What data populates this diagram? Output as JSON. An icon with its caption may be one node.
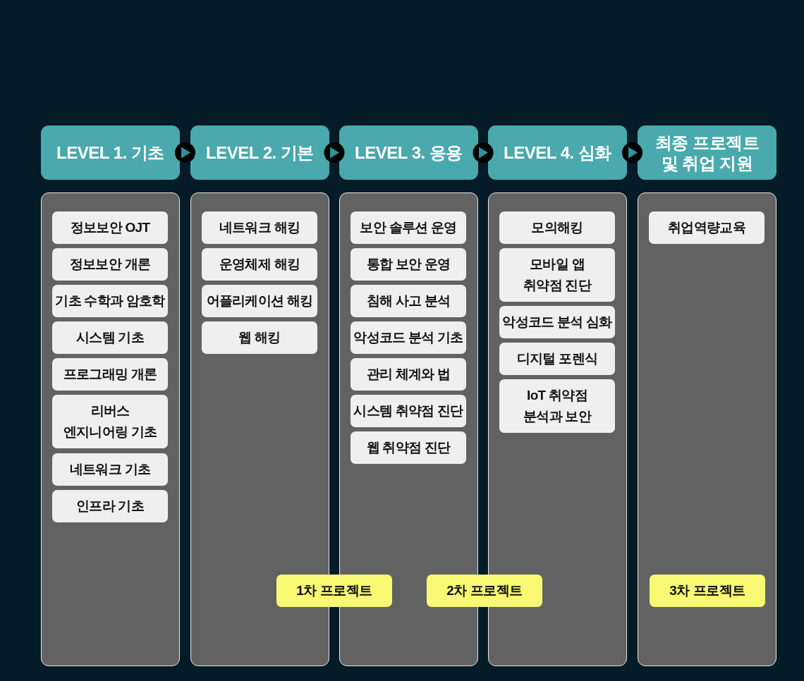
{
  "diagram": {
    "nodes": [
      {
        "text": [
          "LEVEL 1. 기초"
        ]
      },
      {
        "text": [
          "LEVEL 2. 기본"
        ]
      },
      {
        "text": [
          "LEVEL 3. 응용"
        ]
      },
      {
        "text": [
          "LEVEL 4. 심화"
        ]
      },
      {
        "text": [
          "최종 프로젝트 및 취업 지원"
        ]
      },
      {
        "text": [],
        "shape": "box"
      },
      {
        "text": [
          "정보보안 OJT"
        ],
        "in": 5
      },
      {
        "text": [
          "정보보안 개론"
        ],
        "in": 5
      },
      {
        "text": [
          "기초 수학과 암호학"
        ],
        "in": 5
      },
      {
        "text": [
          "시스템 기초"
        ],
        "in": 5
      },
      {
        "text": [
          "프로그래밍 개론"
        ],
        "in": 5
      },
      {
        "text": [
          "리버스 엔지니어링 기초"
        ],
        "in": 5
      },
      {
        "text": [
          "네트워크 기초"
        ],
        "in": 5
      },
      {
        "text": [
          "인프라 기초"
        ],
        "in": 5
      },
      {
        "text": [],
        "shape": "box"
      },
      {
        "text": [
          "네트워크 해킹"
        ],
        "in": 14
      },
      {
        "text": [
          "운영체제 해킹"
        ],
        "in": 14
      },
      {
        "text": [
          "어플리케이션 해킹"
        ],
        "in": 14
      },
      {
        "text": [
          "웹 해킹"
        ],
        "in": 14
      },
      {
        "text": [],
        "shape": "box"
      },
      {
        "text": [
          "보안 솔루션 운영"
        ],
        "in": 19
      },
      {
        "text": [
          "통합 보안 운영"
        ],
        "in": 19
      },
      {
        "text": [
          "침해 사고 분석"
        ],
        "in": 19
      },
      {
        "text": [
          "악성코드 분석 기초"
        ],
        "in": 19
      },
      {
        "text": [
          "관리 체계와 법"
        ],
        "in": 19
      },
      {
        "text": [
          "시스템 취약점 진단"
        ],
        "in": 19
      },
      {
        "text": [
          "웹 취약점 진단"
        ],
        "in": 19
      },
      {
        "text": [],
        "shape": "box"
      },
      {
        "text": [
          "모의해킹"
        ],
        "in": 27
      },
      {
        "text": [
          "모바일 앱 취약점 진단"
        ],
        "in": 27
      },
      {
        "text": [
          "악성코드 분석 심화"
        ],
        "in": 27
      },
      {
        "text": [
          "디지털 포렌식"
        ],
        "in": 27
      },
      {
        "text": [
          "IoT 취약점 분석과 보안"
        ],
        "in": 27
      },
      {
        "text": [],
        "shape": "box"
      },
      {
        "text": [
          "취업역량교육"
        ],
        "in": 33
      },
      {
        "text": [
          "1차 프로젝트"
        ]
      },
      {
        "text": [
          "2차 프로젝트"
        ]
      },
      {
        "text": [
          "3차 프로젝트"
        ],
        "in": 33
      }
    ],
    "edges": [
      {
        "from": 0,
        "to": 1,
        "arrow": "to"
      },
      {
        "from": 1,
        "to": 2,
        "arrow": "to"
      },
      {
        "from": 2,
        "to": 3,
        "arrow": "to"
      },
      {
        "from": 3,
        "to": 4,
        "arrow": "to"
      }
    ]
  }
}
